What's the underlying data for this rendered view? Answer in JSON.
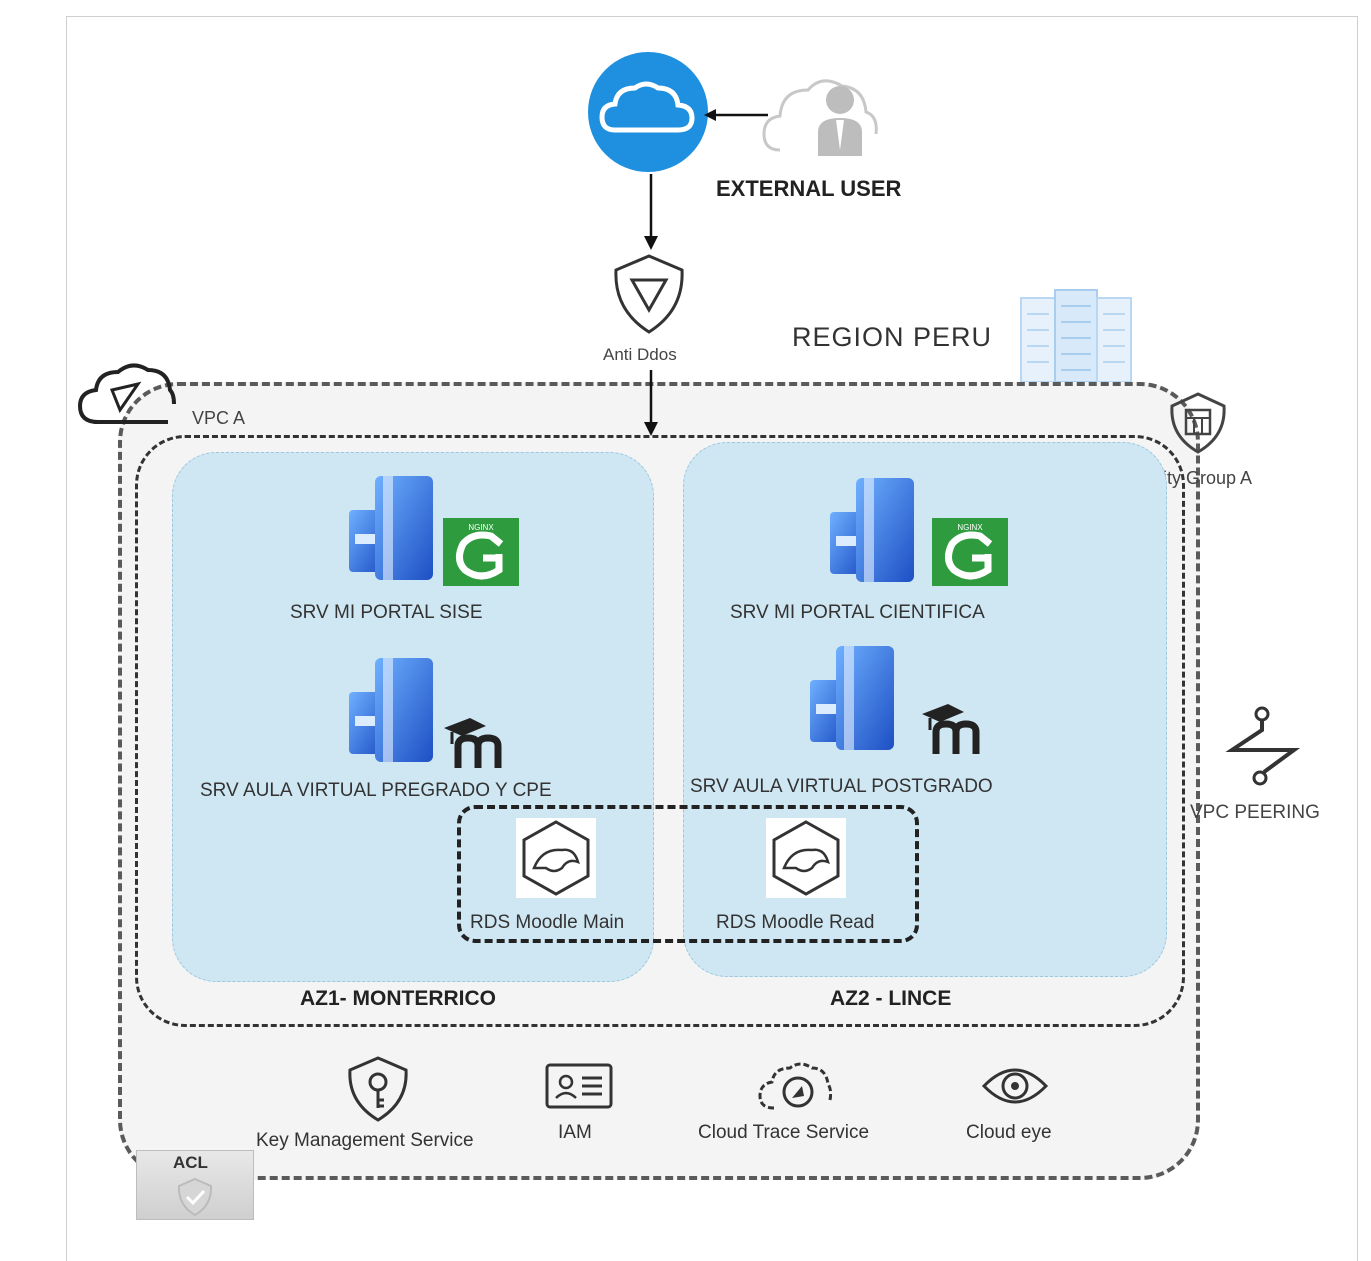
{
  "external_user": {
    "label": "EXTERNAL USER"
  },
  "anti_ddos": {
    "label": "Anti Ddos"
  },
  "region": {
    "label": "REGION PERU"
  },
  "vpc": {
    "label": "VPC A"
  },
  "security_group": {
    "label": "Security Group A"
  },
  "vpc_peering": {
    "label": "VPC PEERING"
  },
  "az1": {
    "label": "AZ1- MONTERRICO",
    "servers": [
      {
        "label": "SRV MI PORTAL SISE",
        "badge": "nginx-icon"
      },
      {
        "label": "SRV AULA VIRTUAL PREGRADO Y CPE",
        "badge": "moodle-icon"
      }
    ]
  },
  "az2": {
    "label": "AZ2 - LINCE",
    "servers": [
      {
        "label": "SRV MI PORTAL CIENTIFICA",
        "badge": "nginx-icon"
      },
      {
        "label": "SRV AULA VIRTUAL POSTGRADO",
        "badge": "moodle-icon"
      }
    ]
  },
  "databases": [
    {
      "label": "RDS Moodle Main"
    },
    {
      "label": "RDS Moodle Read"
    }
  ],
  "services": [
    {
      "label": "Key Management Service",
      "icon": "key-shield-icon"
    },
    {
      "label": "IAM",
      "icon": "id-card-icon"
    },
    {
      "label": "Cloud Trace Service",
      "icon": "cloud-trace-icon"
    },
    {
      "label": "Cloud eye",
      "icon": "eye-icon"
    }
  ],
  "acl": {
    "label": "ACL"
  },
  "colors": {
    "cloud_blue": "#1f8fe0",
    "az_fill": "#cfe7f3",
    "nginx_green": "#2e9c3e",
    "server_blue": "#2a6fd6"
  }
}
